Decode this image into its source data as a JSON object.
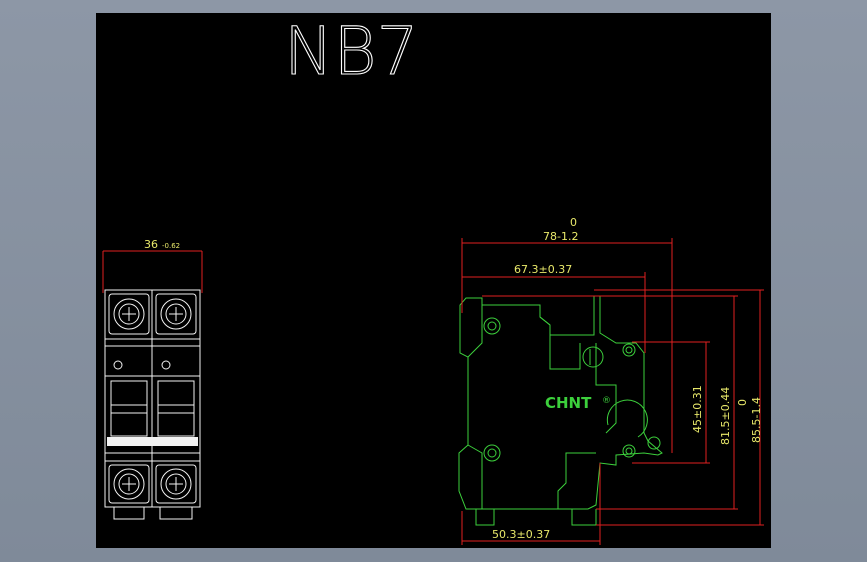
{
  "drawing": {
    "title": "NB7",
    "brand": "CHNT",
    "registered_mark": "®"
  },
  "dimensions": {
    "front_width": "36",
    "front_width_tol": "-0.62",
    "depth_upper": "0",
    "depth_total": "78-1.2",
    "depth_mid": "67.3±0.37",
    "depth_base": "50.3±0.37",
    "height_45": "45±0.31",
    "height_81": "81.5±0.44",
    "height_85_upper": "0",
    "height_85": "85.5-1.4"
  },
  "colors": {
    "background": "#000000",
    "frame": "#8d97a6",
    "dimension_lines": "#e02020",
    "dimension_text": "#e8e86a",
    "outline_side": "#3ccf3c",
    "outline_front": "#f2f2f2"
  }
}
